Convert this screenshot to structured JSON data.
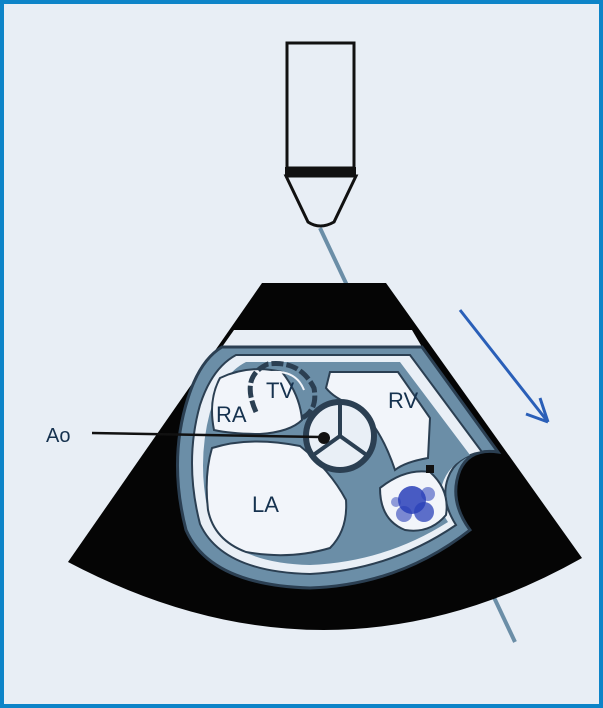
{
  "labels": {
    "tv": "TV",
    "ra": "RA",
    "rv": "RV",
    "ao": "Ao",
    "la": "LA"
  },
  "colors": {
    "frame": "#0d84c8",
    "background": "#e8eef5",
    "sector": "#050505",
    "tissue": "#6b8ea7",
    "cavity": "#f2f5fa",
    "doppler": "#2a40b8",
    "arrow": "#2a5fb8"
  }
}
